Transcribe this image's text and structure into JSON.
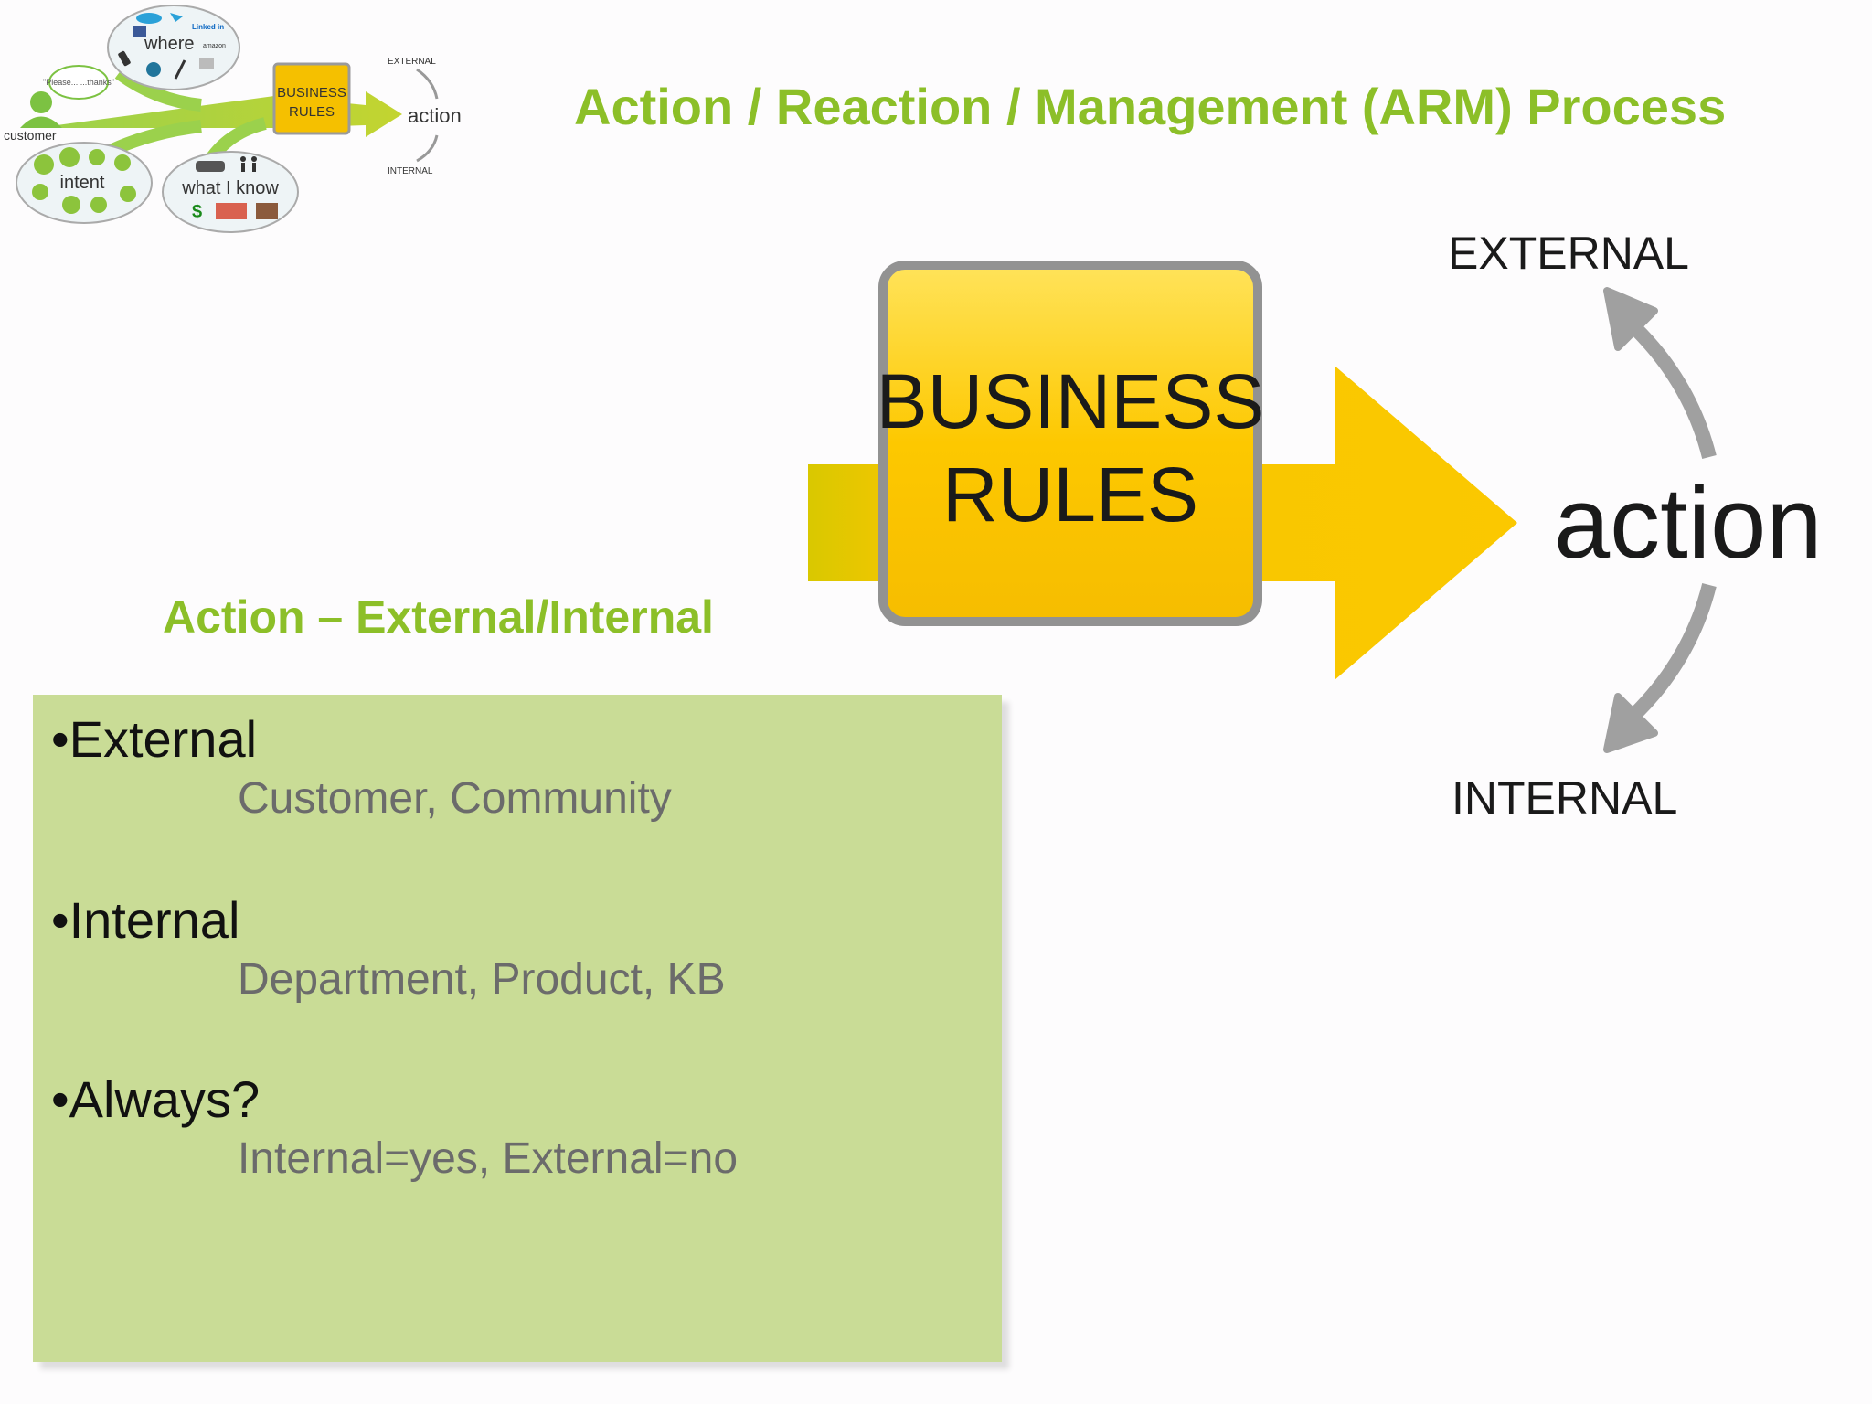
{
  "title": "Action / Reaction / Management (ARM) Process",
  "thumbnail": {
    "customer_label": "customer",
    "please_thanks": "\"Please... ...thanks\"",
    "where_label": "where",
    "linkedin_label": "Linked in",
    "amazon_label": "amazon",
    "intent_label": "intent",
    "what_i_know_label": "what I know",
    "dollar": "$",
    "rules_line1": "BUSINESS",
    "rules_line2": "RULES",
    "action_label": "action",
    "external_label": "EXTERNAL",
    "internal_label": "INTERNAL",
    "colors": {
      "green": "#8cc43c",
      "yellow": "#f5c000"
    }
  },
  "diagram": {
    "rules_line1": "BUSINESS",
    "rules_line2": "RULES",
    "action_label": "action",
    "external_label": "EXTERNAL",
    "internal_label": "INTERNAL",
    "colors": {
      "box_fill": "#fdc800",
      "box_border": "#8f8f8f",
      "arrow": "#f5c400",
      "curve_arrow": "#a0a0a0"
    }
  },
  "subheading": "Action – External/Internal",
  "bullets": [
    {
      "head": "•External",
      "sub": "Customer, Community"
    },
    {
      "head": "•Internal",
      "sub": "Department, Product, KB"
    },
    {
      "head": "•Always?",
      "sub": "Internal=yes, External=no"
    }
  ],
  "colors": {
    "accent": "#8cbf28",
    "content_bg": "#c9dc96"
  }
}
